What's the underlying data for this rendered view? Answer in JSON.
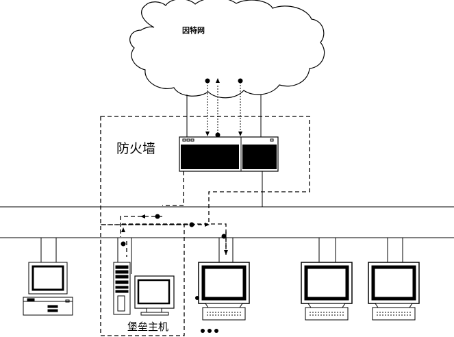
{
  "labels": {
    "internet": "因特网",
    "firewall": "防火墙",
    "bastion_host": "堡垒主机"
  },
  "colors": {
    "stroke": "#000000",
    "background": "#ffffff",
    "screen": "#ffffff",
    "panel": "#000000"
  },
  "icons": {
    "cloud": "cloud-icon",
    "firewall_device": "firewall-device-icon",
    "desktop_pc": "desktop-pc-icon",
    "tower_server": "tower-server-icon",
    "monitor": "monitor-icon",
    "ellipsis": "ellipsis-icon"
  }
}
